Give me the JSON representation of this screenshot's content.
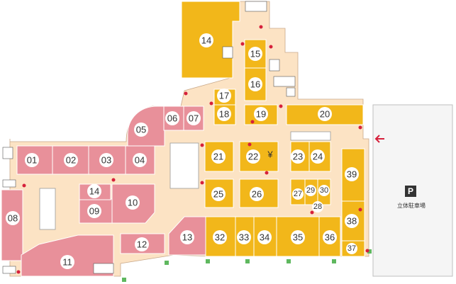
{
  "colors": {
    "corridor": "#fce3c4",
    "store_pink": "#e8909a",
    "store_yellow": "#f2b71a",
    "outline": "#c9a98a",
    "parking_bg": "#f5f5f5",
    "parking_border": "#bfbfbf",
    "entrance_arrow": "#d6203b",
    "door_green": "#5fb85f",
    "dot_red": "#d6203b",
    "circle": "#ffffff"
  },
  "parking": {
    "label": "立体駐車場",
    "icon": "parking-p-icon",
    "glyph": "P"
  },
  "stores": [
    {
      "id": "01",
      "color": "pink"
    },
    {
      "id": "02",
      "color": "pink"
    },
    {
      "id": "03",
      "color": "pink"
    },
    {
      "id": "04",
      "color": "pink"
    },
    {
      "id": "05",
      "color": "pink"
    },
    {
      "id": "06",
      "color": "pink"
    },
    {
      "id": "07",
      "color": "pink"
    },
    {
      "id": "08",
      "color": "pink"
    },
    {
      "id": "09",
      "color": "pink"
    },
    {
      "id": "10",
      "color": "pink"
    },
    {
      "id": "11",
      "color": "pink"
    },
    {
      "id": "12",
      "color": "pink"
    },
    {
      "id": "13",
      "color": "pink"
    },
    {
      "id": "14",
      "color": "pink"
    },
    {
      "id": "14",
      "color": "yellow"
    },
    {
      "id": "15",
      "color": "yellow"
    },
    {
      "id": "16",
      "color": "yellow"
    },
    {
      "id": "17",
      "color": "yellow"
    },
    {
      "id": "18",
      "color": "yellow"
    },
    {
      "id": "19",
      "color": "yellow"
    },
    {
      "id": "20",
      "color": "yellow"
    },
    {
      "id": "21",
      "color": "yellow"
    },
    {
      "id": "22",
      "color": "yellow"
    },
    {
      "id": "23",
      "color": "yellow"
    },
    {
      "id": "24",
      "color": "yellow"
    },
    {
      "id": "25",
      "color": "yellow"
    },
    {
      "id": "26",
      "color": "yellow"
    },
    {
      "id": "27",
      "color": "yellow"
    },
    {
      "id": "28",
      "color": "yellow"
    },
    {
      "id": "29",
      "color": "yellow"
    },
    {
      "id": "30",
      "color": "yellow"
    },
    {
      "id": "32",
      "color": "yellow"
    },
    {
      "id": "33",
      "color": "yellow"
    },
    {
      "id": "34",
      "color": "yellow"
    },
    {
      "id": "35",
      "color": "yellow"
    },
    {
      "id": "36",
      "color": "yellow"
    },
    {
      "id": "37",
      "color": "yellow"
    },
    {
      "id": "38",
      "color": "yellow"
    },
    {
      "id": "39",
      "color": "yellow"
    }
  ],
  "atm": {
    "glyph": "¥",
    "icon": "atm-yen-icon"
  },
  "icons": [
    "escalator-icon",
    "elevator-icon",
    "restroom-icon",
    "wheelchair-icon",
    "baby-room-icon",
    "entrance-arrow-icon"
  ]
}
